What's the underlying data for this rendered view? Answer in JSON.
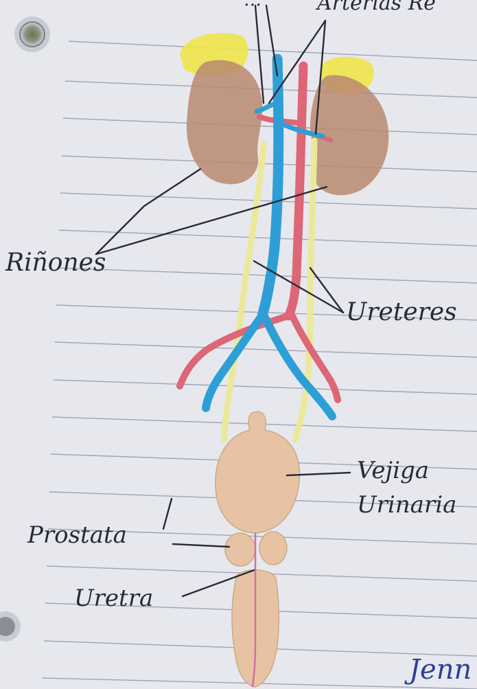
{
  "labels": {
    "top_left_partial": "…",
    "top_right_partial": "Arterias Re",
    "kidneys": "Riñones",
    "ureters": "Ureteres",
    "bladder_line1": "Vejiga",
    "bladder_line2": "Urinaria",
    "prostate": "Prostata",
    "urethra": "Uretra",
    "signature": "Jenn"
  },
  "colors": {
    "paper": "#e6e8ee",
    "rule_line": "#9ea3b6",
    "kidney": "#b98a6e",
    "adrenal": "#f0e44a",
    "vein": "#2e9fd6",
    "artery": "#dd6677",
    "ureter": "#ece89a",
    "bladder": "#e7c3a3",
    "ink": "#2a2a36",
    "signature_ink": "#2c3f9a"
  }
}
